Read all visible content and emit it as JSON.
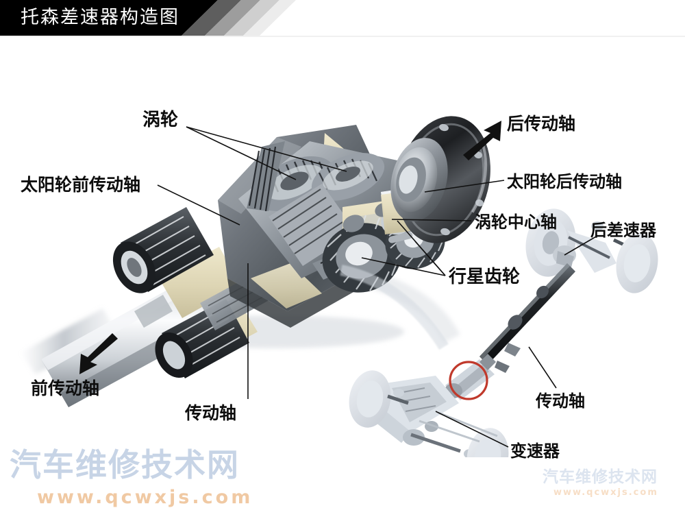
{
  "header": {
    "title": "托森差速器构造图"
  },
  "labels": {
    "worm_wheel": "涡轮",
    "rear_drive_shaft": "后传动轴",
    "sun_gear_front_shaft": "太阳轮前传动轴",
    "sun_gear_rear_shaft": "太阳轮后传动轴",
    "worm_center_shaft": "涡轮中心轴",
    "rear_differential": "后差速器",
    "planetary_gear": "行星齿轮",
    "front_drive_shaft": "前传动轴",
    "prop_shaft_main": "传动轴",
    "prop_shaft_inset": "传动轴",
    "transmission": "变速器"
  },
  "watermarks": {
    "primary_cn": "汽车维修技术网",
    "primary_url": "www.qcwxjs.com",
    "secondary_cn": "汽车维修技术网",
    "secondary_url": "www.qcwxjs.com"
  },
  "colors": {
    "header_background": "#000000",
    "header_text": "#ffffff",
    "label_text": "#0d0d0d",
    "leader_line": "#111111",
    "arrow": "#111111",
    "highlight_circle": "#c0392b",
    "metal_light": "#e8eaec",
    "metal_mid": "#b9bec4",
    "metal_dark": "#4a4e53",
    "cut_surface": "#e3dcbe",
    "page_background": "#ffffff",
    "watermark_cn": "#c7d4e6",
    "watermark_url": "#f0c9a3",
    "inset_ghost": "#d8dde4"
  },
  "diagram": {
    "type": "technical-cutaway",
    "subject": "Torsen differential cutaway with vehicle drivetrain inset",
    "callout_count": 11,
    "highlight_note": "red circle marks the center differential on the drivetrain inset"
  }
}
